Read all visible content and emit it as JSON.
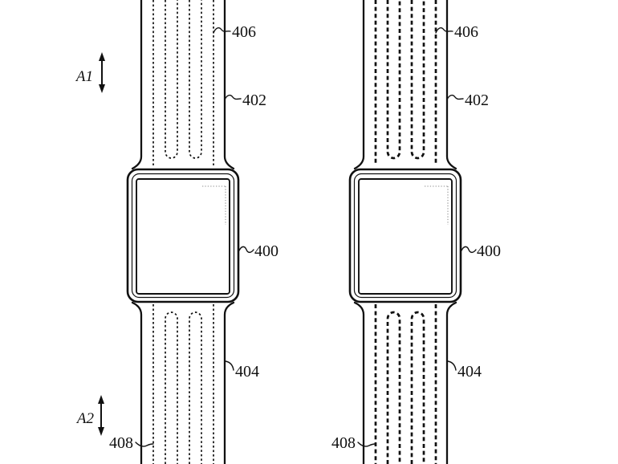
{
  "page": {
    "background": "#ffffff",
    "ink_color": "#111111"
  },
  "diagram": {
    "kind": "patent-style line drawing: smartwatch with band containing dashed strand paths, two variants side by side",
    "dimension_arrows": [
      {
        "label": "A1",
        "position": "upper-left",
        "direction": "vertical-double-headed"
      },
      {
        "label": "A2",
        "position": "lower-left",
        "direction": "vertical-double-headed"
      }
    ],
    "figures": [
      {
        "side": "left",
        "strand_style": "fine-dotted",
        "labels": {
          "upper_strand": "406",
          "upper_band": "402",
          "watch_body": "400",
          "lower_band": "404",
          "lower_strand": "408"
        }
      },
      {
        "side": "right",
        "strand_style": "heavy-dashed",
        "labels": {
          "upper_strand": "406",
          "upper_band": "402",
          "watch_body": "400",
          "lower_band": "404",
          "lower_strand": "408"
        }
      }
    ]
  }
}
